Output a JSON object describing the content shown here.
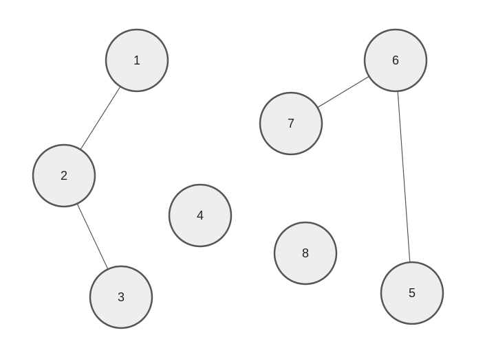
{
  "graph": {
    "nodes": [
      {
        "id": "1",
        "label": "1"
      },
      {
        "id": "2",
        "label": "2"
      },
      {
        "id": "3",
        "label": "3"
      },
      {
        "id": "4",
        "label": "4"
      },
      {
        "id": "5",
        "label": "5"
      },
      {
        "id": "6",
        "label": "6"
      },
      {
        "id": "7",
        "label": "7"
      },
      {
        "id": "8",
        "label": "8"
      }
    ],
    "edges": [
      {
        "from": "1",
        "to": "2"
      },
      {
        "from": "2",
        "to": "3"
      },
      {
        "from": "6",
        "to": "7"
      },
      {
        "from": "6",
        "to": "5"
      }
    ]
  },
  "colors": {
    "node_fill": "#eeeeee",
    "node_stroke": "#555555",
    "edge": "#555555",
    "label": "#222222"
  }
}
